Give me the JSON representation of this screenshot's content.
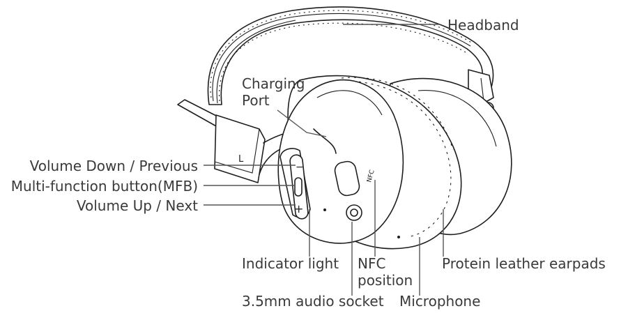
{
  "labels": {
    "headband": "Headband",
    "charging_port": "Charging\nPort",
    "volume_down": "Volume Down / Previous",
    "mfb": "Multi-function button(MFB)",
    "volume_up": "Volume Up / Next",
    "indicator_light": "Indicator light",
    "nfc_position": "NFC\nposition",
    "earpads": "Protein leather earpads",
    "audio_socket": "3.5mm audio socket",
    "microphone": "Microphone"
  },
  "markings": {
    "side_letter": "L",
    "nfc_logo_text": "NFC",
    "plus_sign": "+",
    "minus_sign": "−"
  }
}
